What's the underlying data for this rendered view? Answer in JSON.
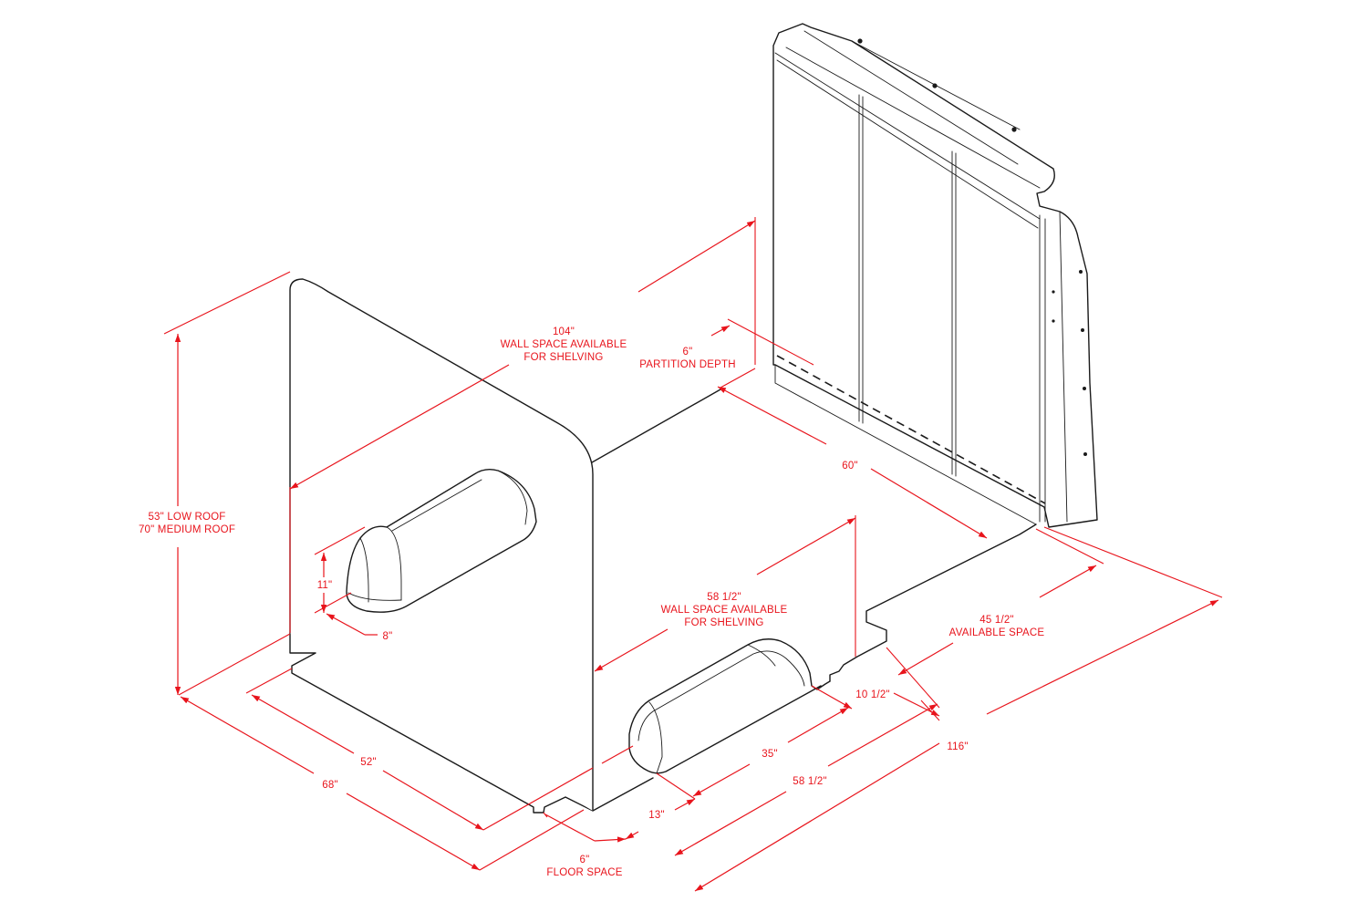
{
  "colors": {
    "dimension": "#e8141c",
    "line": "#1a1a1a",
    "background": "#ffffff"
  },
  "dimensions": {
    "wall_104": {
      "value": "104\"",
      "text1": "WALL SPACE AVAILABLE",
      "text2": "FOR SHELVING"
    },
    "partition": {
      "value": "6\"",
      "text1": "PARTITION DEPTH"
    },
    "d60": {
      "value": "60\""
    },
    "height": {
      "text1": "53\" LOW ROOF",
      "text2": "70\" MEDIUM ROOF"
    },
    "d11": {
      "value": "11\""
    },
    "d8": {
      "value": "8\""
    },
    "wall_58": {
      "value": "58 1/2\"",
      "text1": "WALL SPACE AVAILABLE",
      "text2": "FOR SHELVING"
    },
    "avail_45": {
      "value": "45 1/2\"",
      "text1": "AVAILABLE SPACE"
    },
    "d10": {
      "value": "10 1/2\""
    },
    "d116": {
      "value": "116\""
    },
    "d58": {
      "value": "58 1/2\""
    },
    "d35": {
      "value": "35\""
    },
    "d52": {
      "value": "52\""
    },
    "d68": {
      "value": "68\""
    },
    "d13": {
      "value": "13\""
    },
    "floor6": {
      "value": "6\"",
      "text1": "FLOOR SPACE"
    }
  }
}
